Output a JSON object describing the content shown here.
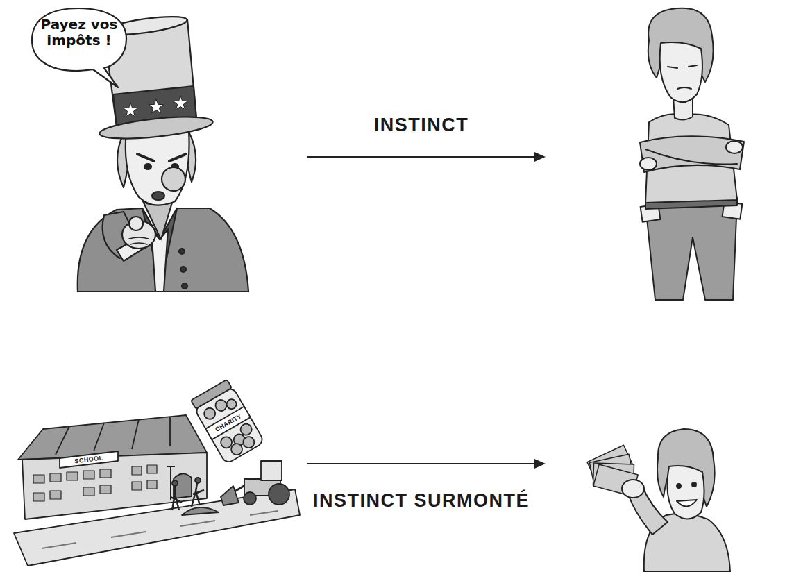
{
  "diagram": {
    "nodes": [
      {
        "text": [
          "Payez vos impôts !"
        ]
      }
    ],
    "labels": [
      "INSTINCT",
      "SCHOOL",
      "CHARITY",
      "INSTINCT SURMONTÉ"
    ]
  }
}
